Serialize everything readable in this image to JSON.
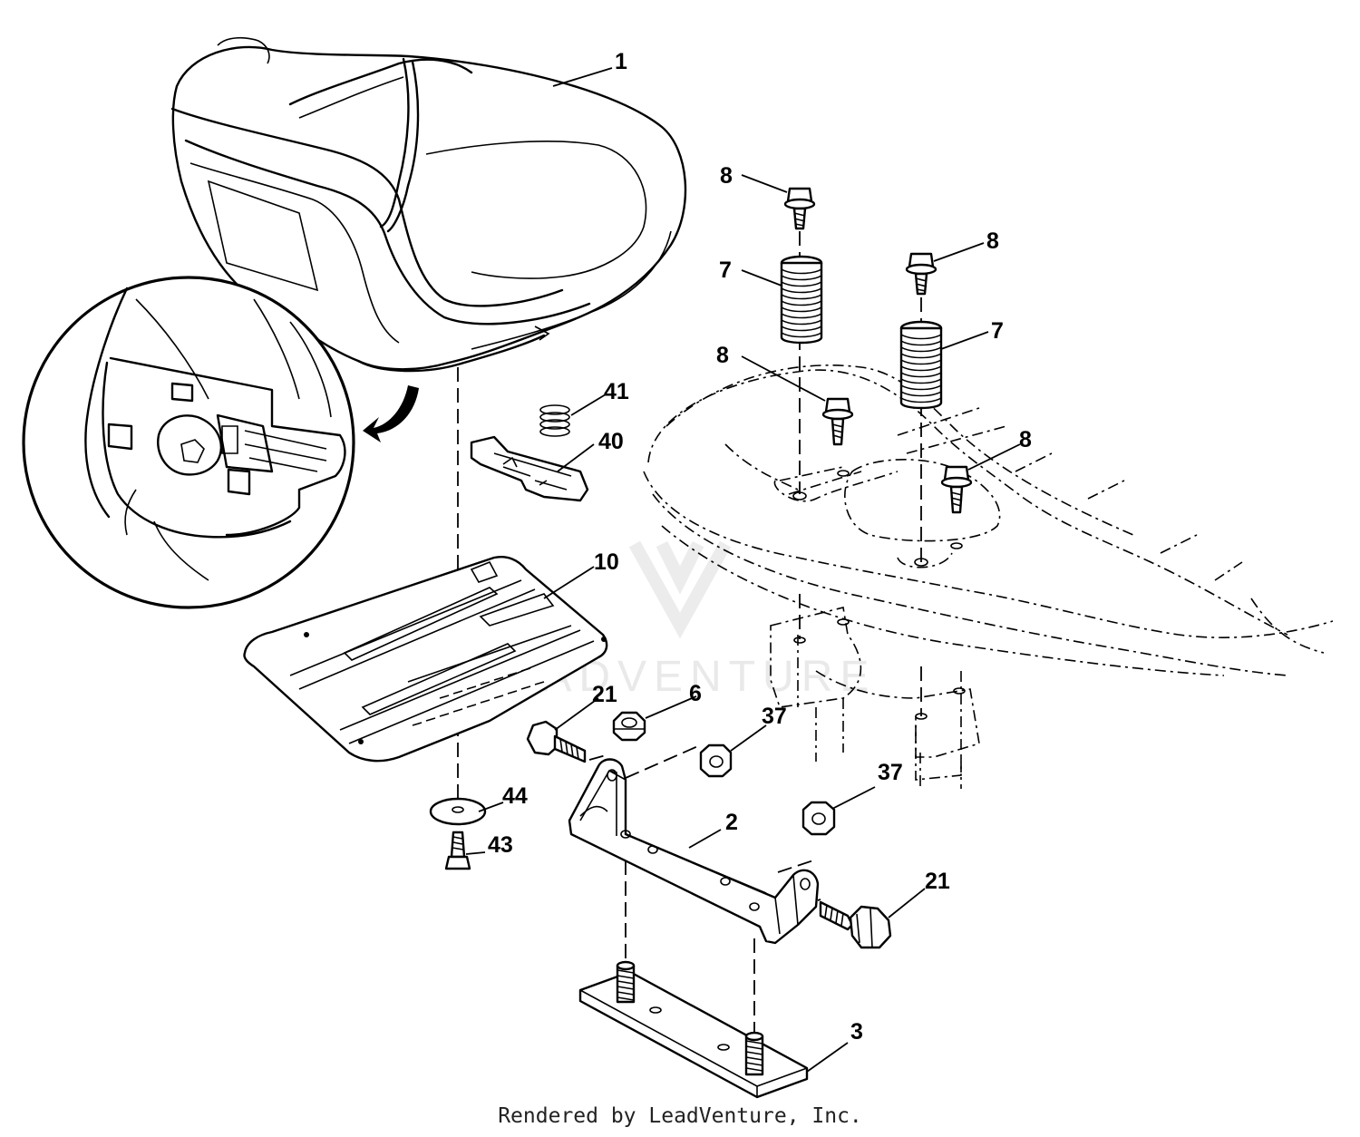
{
  "footer": {
    "text": "Rendered by LeadVenture, Inc."
  },
  "watermark": {
    "text": "LEADVENTURE"
  },
  "callouts": [
    {
      "id": "seat",
      "label": "1"
    },
    {
      "id": "bolt-top-left",
      "label": "8"
    },
    {
      "id": "bolt-top-right",
      "label": "8"
    },
    {
      "id": "bolt-mid-left",
      "label": "8"
    },
    {
      "id": "bolt-mid-right",
      "label": "8"
    },
    {
      "id": "spring-left",
      "label": "7"
    },
    {
      "id": "spring-right",
      "label": "7"
    },
    {
      "id": "small-spring",
      "label": "41"
    },
    {
      "id": "clip",
      "label": "40"
    },
    {
      "id": "seat-pan",
      "label": "10"
    },
    {
      "id": "bolt-left",
      "label": "21"
    },
    {
      "id": "nut-top",
      "label": "6"
    },
    {
      "id": "nut-left",
      "label": "37"
    },
    {
      "id": "nut-right",
      "label": "37"
    },
    {
      "id": "washer",
      "label": "44"
    },
    {
      "id": "screw",
      "label": "43"
    },
    {
      "id": "bracket",
      "label": "2"
    },
    {
      "id": "bolt-right",
      "label": "21"
    },
    {
      "id": "plate",
      "label": "3"
    }
  ]
}
